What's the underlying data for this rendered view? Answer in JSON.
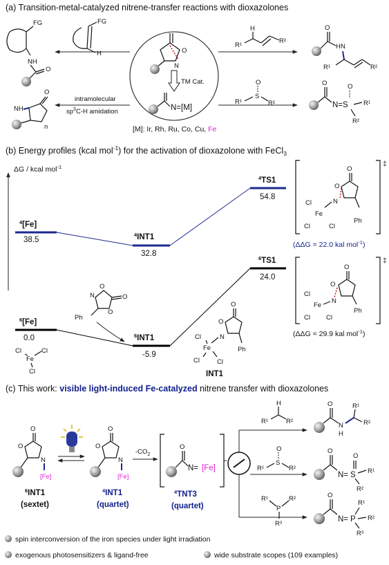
{
  "panel_a": {
    "heading": "(a) Transition-metal-catalyzed nitrene-transfer reactions with dioxazolones",
    "fg_label": "FG",
    "h_label": "H",
    "nh_label": "NH",
    "tm_cat": "TM Cat.",
    "o_label": "O",
    "n_label": "N",
    "metal_nitrene": "N=[M]",
    "metal_list_prefix": "[M]: Ir, Rh, Ru, Co, Cu, ",
    "metal_list_fe": "Fe",
    "intramolecular": "intramolecular",
    "sp3_amidation_pre": "sp",
    "sp3_amidation_sup": "3",
    "sp3_amidation_post": "C-H amidation",
    "r1": "R1",
    "r2": "R2",
    "r1_label": "R¹",
    "r2_label": "R²",
    "s_label": "S",
    "n_sub": "n",
    "h_top": "H",
    "sulfimide": "N=S"
  },
  "panel_b": {
    "heading_pre": "(b) Energy profiles (kcal mol",
    "heading_sup": "-1",
    "heading_mid": ") for the activation of dioxazolone with FeCl",
    "heading_sub": "3",
    "y_axis_pre": "ΔG / kcal mol",
    "y_axis_sup": "-1",
    "levels": {
      "q_fe": {
        "label": "[Fe]",
        "spin": "4",
        "value": "38.5"
      },
      "q_int1": {
        "label": "INT1",
        "spin": "4",
        "value": "32.8"
      },
      "q_ts1": {
        "label": "TS1",
        "spin": "4",
        "value": "54.8"
      },
      "s_fe": {
        "label": "[Fe]",
        "spin": "6",
        "value": "0.0"
      },
      "s_int1": {
        "label": "INT1",
        "spin": "6",
        "value": "-5.9"
      },
      "s_ts1": {
        "label": "TS1",
        "spin": "6",
        "value": "24.0"
      }
    },
    "int1_caption": "INT1",
    "ddg_quartet": "(ΔΔG = 22.0 kal mol",
    "ddg_quartet_sup": "-1",
    "ddg_sextet": "(ΔΔG = 29.9 kal mol",
    "ddg_sextet_sup": "-1",
    "close_paren": ")",
    "double_dagger": "‡",
    "fe": "Fe",
    "cl": "Cl",
    "ph": "Ph",
    "o": "O",
    "n": "N"
  },
  "panel_c": {
    "heading_pre": "(c) This work: ",
    "heading_bold": "visible light-induced Fe-catalyzed",
    "heading_post": " nitrene transfer with dioxazolones",
    "fe_tag": "[Fe]",
    "co2": "-CO",
    "co2_sub": "2",
    "s6_label": "INT1",
    "s6_spin": "6",
    "s6_state": "(sextet)",
    "q4_label": "INT1",
    "q4_spin": "4",
    "q4_state": "(quartet)",
    "tnt_label": "TNT3",
    "tnt_spin": "4",
    "tnt_state": "(quartet)",
    "nitrene": "N=",
    "sulfoxide_s": "S",
    "phosphine_p": "P",
    "r1": "R¹",
    "r2": "R²",
    "r3": "R³",
    "h": "H",
    "nh": "N",
    "o": "O",
    "n": "N",
    "bullets": [
      "spin interconversion of the iron species under light irradiation",
      "exogenous photosensitizers & ligand-free",
      "wide substrate scopes (109 examples)"
    ]
  },
  "colors": {
    "quartet_line": "#1b2a8f",
    "sextet_line": "#000000",
    "magenta": "#e020d0",
    "navy_text": "#0f1f8c",
    "red_dash": "#cc0000"
  }
}
